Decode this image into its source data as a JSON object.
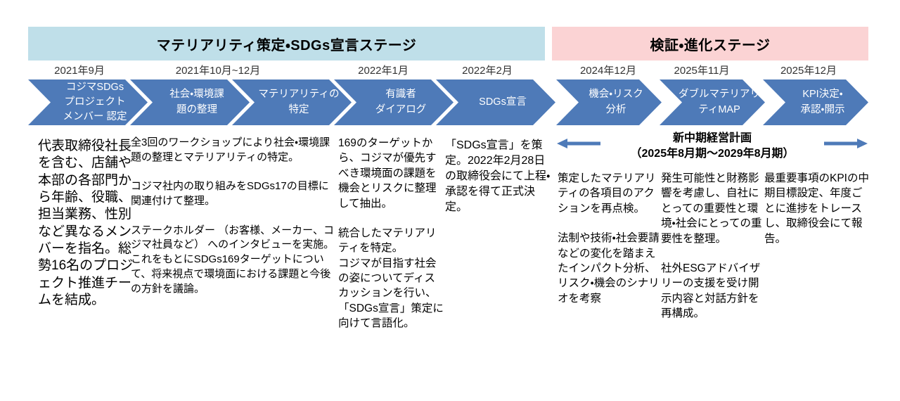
{
  "stages": [
    {
      "title": "マテリアリティ策定・SDGs宣言ステージ"
    },
    {
      "title": "検証・進化ステージ"
    }
  ],
  "dates": [
    "2021年9月",
    "2021年10月~12月",
    "2022年1月",
    "2022年2月",
    "2024年12月",
    "2025年11月",
    "2025年12月"
  ],
  "chevrons": [
    "コジマSDGs\nプロジェクト\nメンバー 認定",
    "社会・環境課\n題の整理",
    "マテリアリティの\n特定",
    "有識者\nダイアログ",
    "SDGs宣言",
    "機会・リスク\n分析",
    "ダブルマテリアリ\nティMAP",
    "KPI決定・\n承認・開示"
  ],
  "banner": {
    "line1": "新中期経営計画",
    "line2": "（2025年8月期～2029年8月期）"
  },
  "columns": [
    {
      "paragraphs": [
        "代表取締役社長を含む、店舗や本部の各部門から年齢、役職、担当業務、性別など異なるメンバーを指名。総勢16名のプロジェクト推進チームを結成。"
      ]
    },
    {
      "paragraphs": [
        "全3回のワークショップにより社会・環境課題の整理とマテリアリティの特定。",
        "コジマ社内の取り組みをSDGs17の目標に関連付けて整理。",
        "ステークホルダー （お客様、メーカー、コジマ社員など） へのインタビューを実施。これをもとにSDGs169ターゲットについて、将来視点で環境面における課題と今後の方針を議論。"
      ]
    },
    {
      "paragraphs": [
        "169のターゲットから、コジマが優先すべき環境面の課題を機会とリスクに整理して抽出。",
        "統合したマテリアリティを特定。\nコジマが目指す社会の姿についてディスカッションを行い、「SDGs宣言」策定に向けて言語化。"
      ]
    },
    {
      "paragraphs": [
        "「SDGs宣言」を策定。2022年2月28日の取締役会にて上程・承認を得て正式決定。"
      ]
    },
    {
      "paragraphs": [
        "策定したマテリアリティの各項目のアクションを再点検。",
        "法制や技術・社会要請などの変化を踏まえたインパクト分析、リスク・機会のシナリオを考察"
      ]
    },
    {
      "paragraphs": [
        "発生可能性と財務影響を考慮し、自社にとっての重要性と環境・社会にとっての重要性を整理。",
        "社外ESGアドバイザリーの支援を受け開示内容と対話方針を再構成。"
      ]
    },
    {
      "paragraphs": [
        "最重要事項のKPIの中期目標設定、年度ごとに進捗をトレースし、取締役会にて報告。"
      ]
    }
  ],
  "colors": {
    "stage1_bg": "#BFDFE9",
    "stage2_bg": "#FBD3D4",
    "chevron": "#4E7AB8",
    "arrow": "#4E7AB8"
  }
}
